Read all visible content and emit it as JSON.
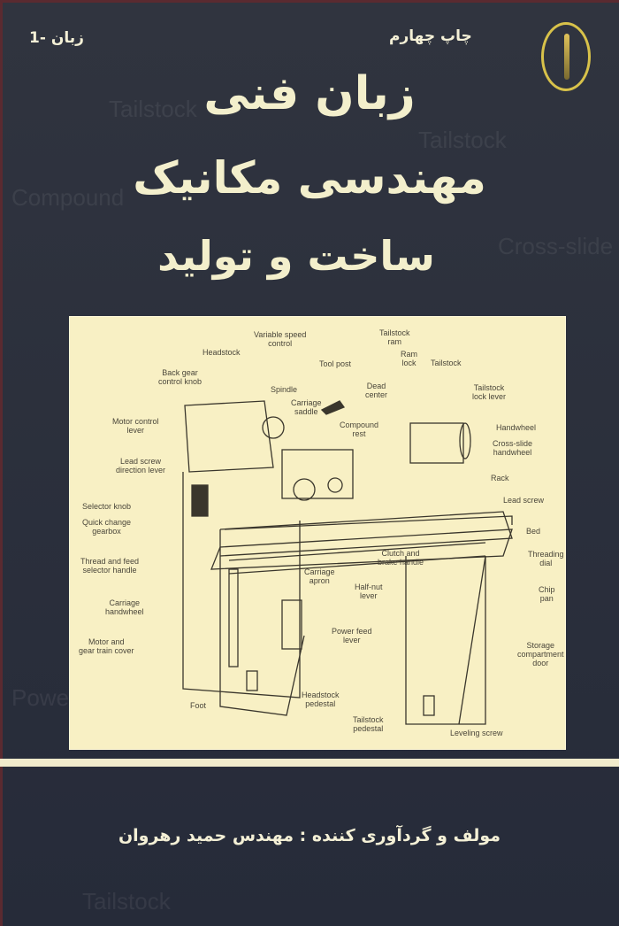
{
  "cover": {
    "edition": "چاپ چهارم",
    "series": "زبان -1",
    "title_line1": "زبان فنی",
    "title_line2": "مهندسی مکانیک",
    "title_line3": "ساخت و تولید",
    "author": "مولف و گردآوری کننده : مهندس حمید رهروان",
    "colors": {
      "background": "#2b303e",
      "title": "#f3efcc",
      "panel": "#f8f0c4",
      "logo": "#d8c24a"
    }
  },
  "diagram": {
    "labels": [
      "Variable speed\ncontrol",
      "Headstock",
      "Back gear\ncontrol knob",
      "Spindle",
      "Carriage\nsaddle",
      "Tool post",
      "Compound\nrest",
      "Tailstock\nram",
      "Ram\nlock",
      "Dead\ncenter",
      "Tailstock",
      "Tailstock\nlock lever",
      "Handwheel",
      "Cross-slide\nhandwheel",
      "Rack",
      "Lead screw",
      "Bed",
      "Motor control\nlever",
      "Lead screw\ndirection lever",
      "Selector knob",
      "Quick change\ngearbox",
      "Thread and feed\nselector handle",
      "Carriage\nhandwheel",
      "Motor and\ngear train cover",
      "Foot",
      "Headstock\npedestal",
      "Carriage\napron",
      "Half-nut\nlever",
      "Power feed\nlever",
      "Clutch and\nbrake handle",
      "Threading\ndial",
      "Chip\npan",
      "Storage\ncompartment\ndoor",
      "Tailstock\npedestal",
      "Leveling screw"
    ]
  }
}
